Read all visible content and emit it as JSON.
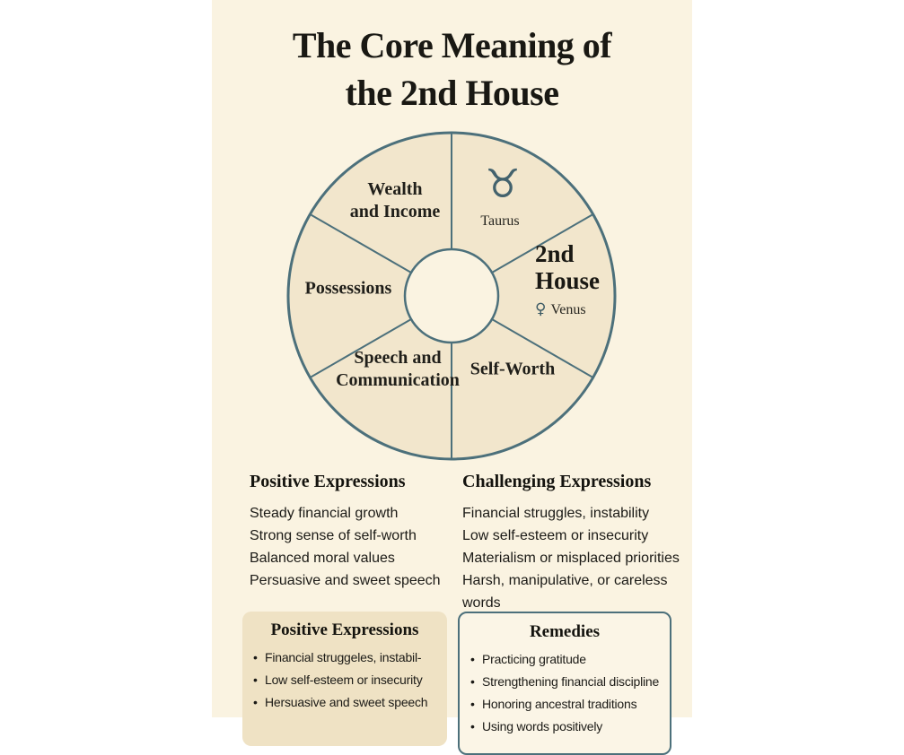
{
  "colors": {
    "background": "#faf3e1",
    "side_margin": "#ffffff",
    "wheel_fill": "#f2e6cc",
    "accent_teal": "#4c707b",
    "box_fill": "#efe2c4",
    "text": "#191813"
  },
  "title": {
    "line1": "The Core Meaning of",
    "line2": "the 2nd House"
  },
  "wheel": {
    "wealth": {
      "line1": "Wealth",
      "line2": "and Income"
    },
    "taurus": {
      "symbol": "♉",
      "label": "Taurus"
    },
    "house": {
      "line1": "2nd",
      "line2": "House",
      "venus_symbol": "♀",
      "venus_label": "Venus"
    },
    "possessions": {
      "label": "Possessions"
    },
    "speech": {
      "line1": "Speech and",
      "line2": "Communication"
    },
    "selfworth": {
      "label": "Self-Worth"
    }
  },
  "positive": {
    "title": "Positive Expressions",
    "items": [
      "Steady financial growth",
      "Strong sense of self-worth",
      "Balanced moral values",
      "Persuasive and sweet speech"
    ]
  },
  "challenging": {
    "title": "Challenging Expressions",
    "items": [
      "Financial struggles, instability",
      "Low self-esteem or insecurity",
      "Materialism or misplaced priorities",
      "Harsh, manipulative, or careless words"
    ]
  },
  "box_positive": {
    "title": "Positive Expressions",
    "items": [
      "Financial struggeles, instabil-",
      "Low self-esteem or insecurity",
      "Hersuasive and sweet speech"
    ]
  },
  "box_remedies": {
    "title": "Remedies",
    "items": [
      "Practicing gratitude",
      "Strengthening financial discipline",
      "Honoring ancestral traditions",
      "Using words positively"
    ]
  }
}
